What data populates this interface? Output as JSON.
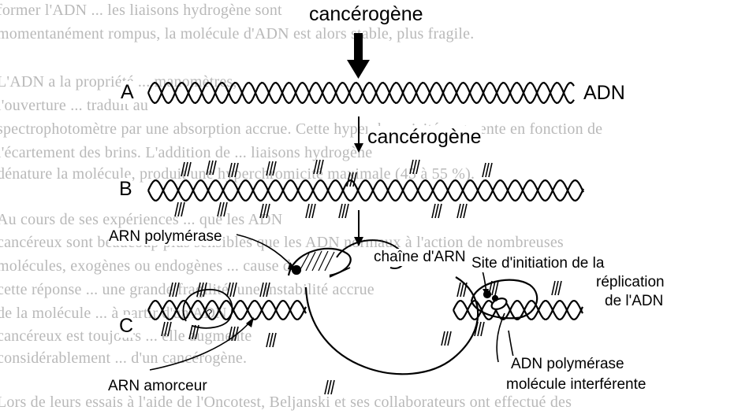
{
  "background_text": [
    "former l'ADN ... les liaisons hydrogène sont",
    "momentanément rompus, la molécule d'ADN est alors stable, plus fragile.",
    "L'ADN a la propriété ... manomètres,",
    "l'ouverture ... traduit au",
    "spectrophotomètre par une absorption accrue. Cette hyperchromicité augmente en fonction de",
    "l'écartement des brins. L'addition de ... liaisons hydrogène",
    "dénature la molécule, produit une hyperchromicité maximale (45 à 55 %).",
    "Au cours de ses expériences ... que les ADN",
    "cancéreux sont beaucoup plus sensibles que les ADN normaux à l'action de nombreuses",
    "molécules, exogènes ou endogènes ... cause de",
    "cette réponse ... une grande fragilité, une instabilité accrue",
    "de la molécule ... à partir d'un ADN",
    "cancéreux est toujours ... elle augmente",
    "considérablement ... d'un cancérogène.",
    "Lors de leurs essais à l'aide de l'Oncotest, Beljanski et ses collaborateurs ont effectué des"
  ],
  "diagram": {
    "labels": {
      "carcinogen_top": "cancérogène",
      "dna": "ADN",
      "row_a": "A",
      "row_b": "B",
      "row_c": "C",
      "carcinogen_mid": "cancérogène",
      "rna_polymerase": "ARN polymérase",
      "rna_chain": "chaîne d'ARN",
      "replication_site_line1": "Site d'initiation de la",
      "replication_site_line2": "réplication",
      "replication_site_line3": "de l'ADN",
      "rna_primer": "ARN amorceur",
      "dna_polymerase": "ADN polymérase",
      "interfering_molecule": "molécule interférente",
      "question_mark": "?"
    }
  }
}
